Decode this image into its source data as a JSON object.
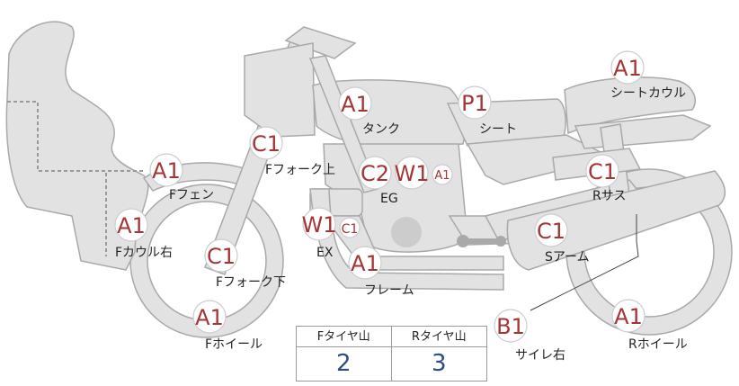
{
  "badge_color": "#a53434",
  "number_color": "#2d4d85",
  "labels": {
    "seat_cowl": "シートカウル",
    "tank": "タンク",
    "seat": "シート",
    "fork_upper": "Fフォーク上",
    "f_fender": "Fフェン",
    "eg": "EG",
    "r_sus": "Rサス",
    "f_cowl_right": "Fカウル右",
    "ex": "EX",
    "s_arm": "Sアーム",
    "fork_lower": "Fフォーク下",
    "frame": "フレーム",
    "f_wheel": "Fホイール",
    "side_right": "サイレ右",
    "r_wheel": "Rホイール"
  },
  "badges": {
    "seat_cowl": "A1",
    "tank": "A1",
    "seat": "P1",
    "fork_upper": "C1",
    "f_fender": "A1",
    "eg_1": "C2",
    "eg_2": "W1",
    "eg_3": "A1",
    "r_sus": "C1",
    "f_cowl_right": "A1",
    "ex_1": "W1",
    "ex_2": "C1",
    "s_arm": "C1",
    "fork_lower": "C1",
    "frame": "A1",
    "f_wheel": "A1",
    "side_right": "B1",
    "r_wheel": "A1"
  },
  "tire_table": {
    "headers": [
      "Fタイヤ山",
      "Rタイヤ山"
    ],
    "values": [
      "2",
      "3"
    ]
  }
}
